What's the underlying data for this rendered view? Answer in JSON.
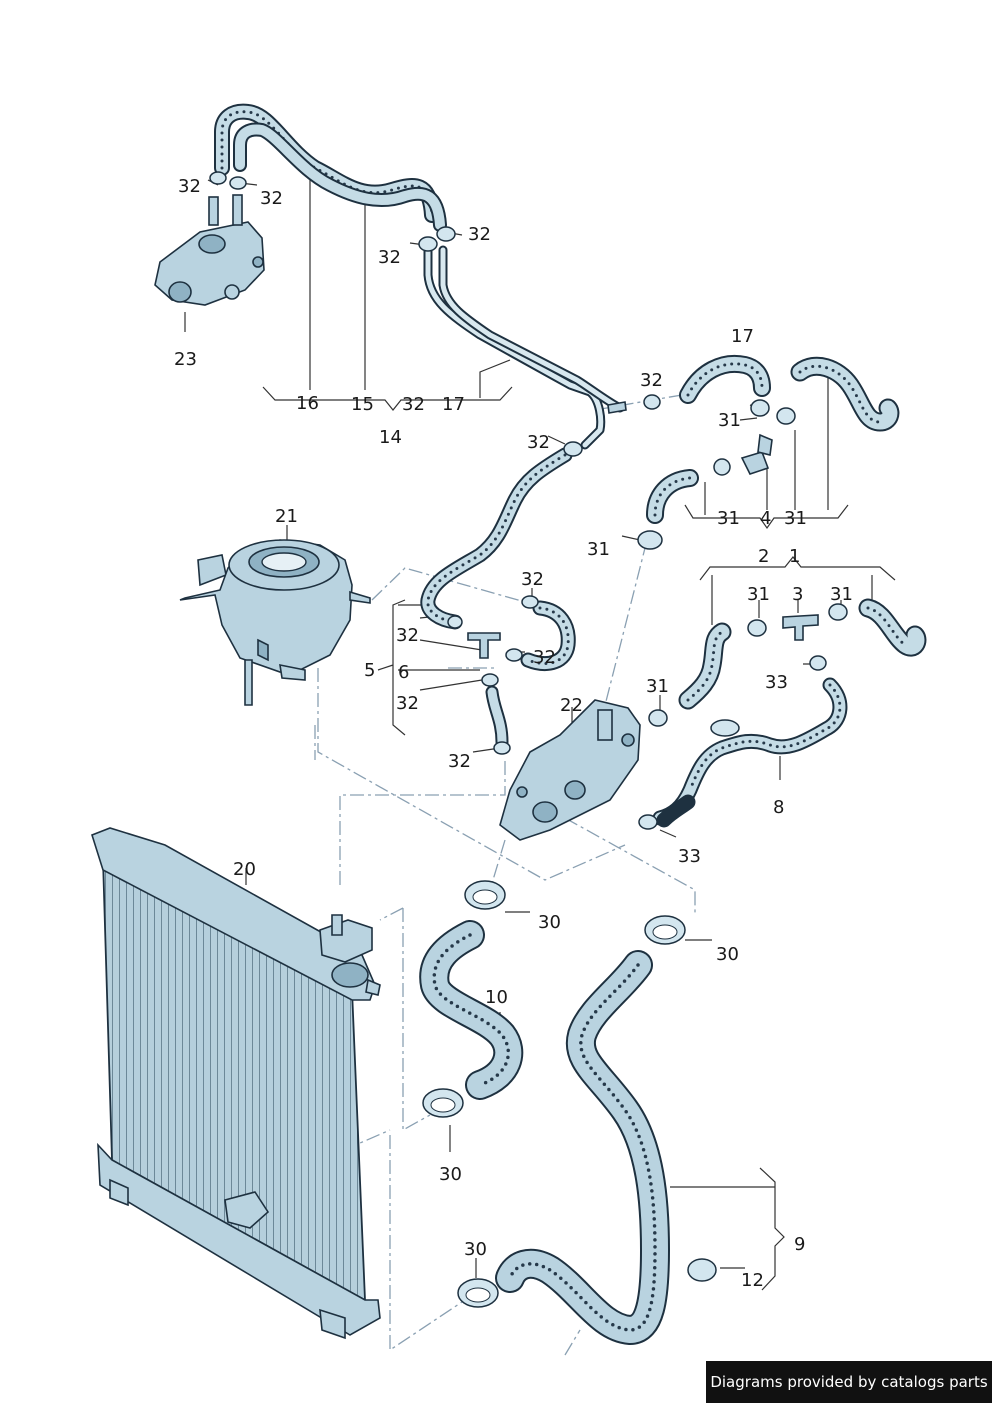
{
  "labels": {
    "l1": "1",
    "l2": "2",
    "l3": "3",
    "l4": "4",
    "l5": "5",
    "l6": "6",
    "l8": "8",
    "l9": "9",
    "l10": "10",
    "l12": "12",
    "l14": "14",
    "l15": "15",
    "l16": "16",
    "l17": "17",
    "l20": "20",
    "l21": "21",
    "l22": "22",
    "l23": "23",
    "l30": "30",
    "l31": "31",
    "l32": "32",
    "l33": "33"
  },
  "footer": {
    "text": "Diagrams provided by catalogs parts"
  },
  "colors": {
    "part_fill": "#b9d3e0",
    "outline": "#1e3140",
    "dash_line": "#8aa0b2",
    "footer_bg": "#111111"
  }
}
